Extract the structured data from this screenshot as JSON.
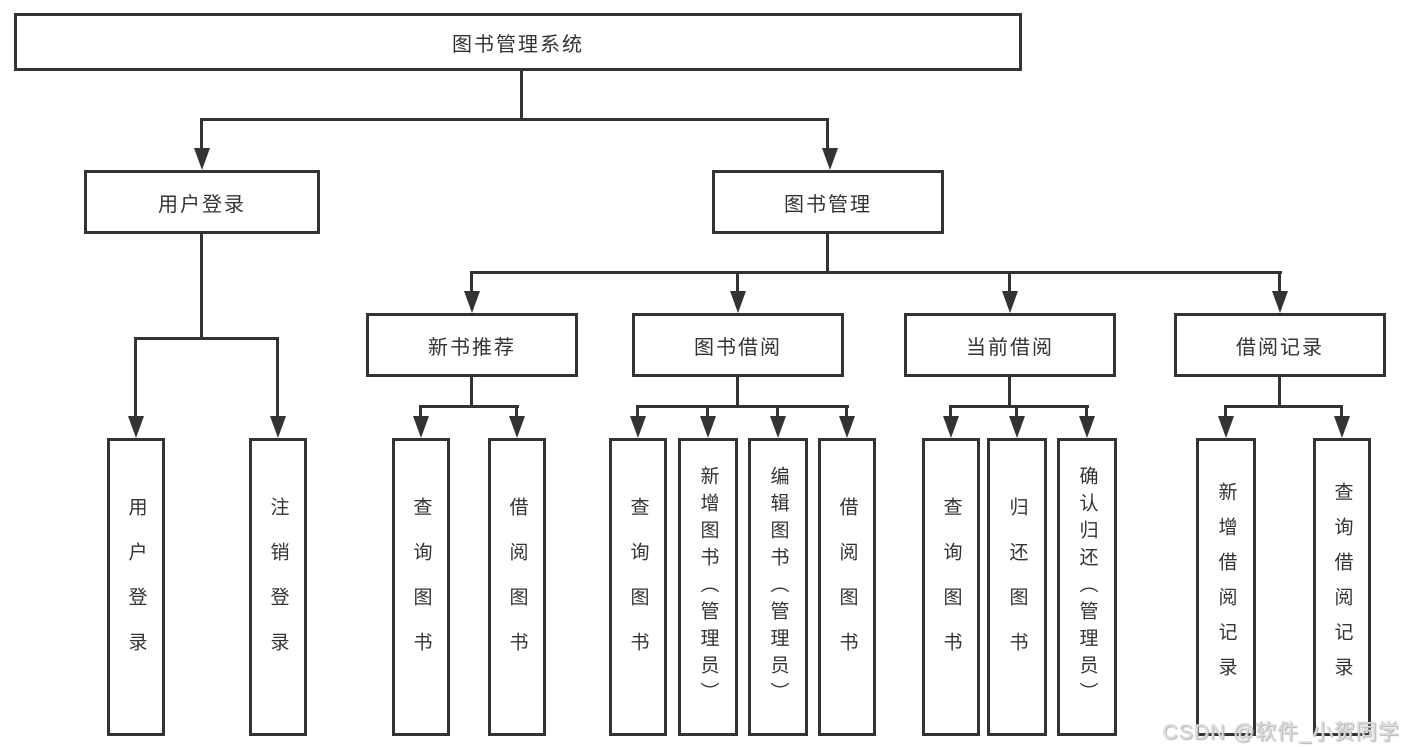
{
  "diagram": {
    "root": {
      "label": "图书管理系统"
    },
    "level2": [
      {
        "label": "用户登录"
      },
      {
        "label": "图书管理"
      }
    ],
    "level3": [
      {
        "label": "新书推荐",
        "parent": "图书管理"
      },
      {
        "label": "图书借阅",
        "parent": "图书管理"
      },
      {
        "label": "当前借阅",
        "parent": "图书管理"
      },
      {
        "label": "借阅记录",
        "parent": "图书管理"
      }
    ],
    "leaves": [
      {
        "label": "用户登录",
        "parent": "用户登录"
      },
      {
        "label": "注销登录",
        "parent": "用户登录"
      },
      {
        "label": "查询图书",
        "parent": "新书推荐"
      },
      {
        "label": "借阅图书",
        "parent": "新书推荐"
      },
      {
        "label": "查询图书",
        "parent": "图书借阅"
      },
      {
        "label": "新增图书（管理员）",
        "parent": "图书借阅"
      },
      {
        "label": "编辑图书（管理员）",
        "parent": "图书借阅"
      },
      {
        "label": "借阅图书",
        "parent": "图书借阅"
      },
      {
        "label": "查询图书",
        "parent": "当前借阅"
      },
      {
        "label": "归还图书",
        "parent": "当前借阅"
      },
      {
        "label": "确认归还（管理员）",
        "parent": "当前借阅"
      },
      {
        "label": "新增借阅记录",
        "parent": "借阅记录"
      },
      {
        "label": "查询借阅记录",
        "parent": "借阅记录"
      }
    ],
    "watermark": "CSDN @软件_小贺同学",
    "colors": {
      "line": "#333333",
      "border": "#333333",
      "text": "#333333",
      "background": "#ffffff",
      "watermark": "#dedede"
    }
  }
}
